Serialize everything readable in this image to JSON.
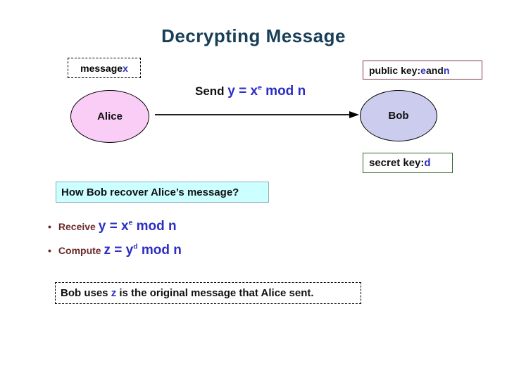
{
  "title": "Decrypting Message",
  "message_box": {
    "label": "message ",
    "variable": "x"
  },
  "public_key_box": {
    "label": "public key: ",
    "var_e": "e",
    "conjunction": " and ",
    "var_n": "n"
  },
  "send_annotation": {
    "verb": "Send ",
    "lhs": "y = x",
    "exponent": "e",
    "rhs": " mod n"
  },
  "alice": {
    "label": "Alice"
  },
  "bob": {
    "label": "Bob"
  },
  "secret_key_box": {
    "label": "secret key: ",
    "variable": "d"
  },
  "question_box": {
    "text": "How Bob recover Alice’s message?"
  },
  "bullet_glyph": "•",
  "bullets": [
    {
      "lead": "Receive ",
      "lhs": "y = x",
      "exponent": "e",
      "rhs": " mod n"
    },
    {
      "lead": "Compute ",
      "lhs": "z = y",
      "exponent": "d",
      "rhs": " mod n"
    }
  ],
  "conclusion_box": {
    "pre": "Bob uses ",
    "variable": "z",
    "post": " is the original message that Alice sent."
  },
  "colors": {
    "title_text": "#183F58",
    "formula_blue": "#2D2DC4",
    "maroon_text": "#6B2929",
    "alice_fill": "#FACDF7",
    "bob_fill": "#CCCCEE",
    "question_bg": "#CCFFFF",
    "question_border": "#8FAFB4",
    "public_key_border": "#7E3A45",
    "secret_key_border": "#336633",
    "arrow": "#000000"
  }
}
